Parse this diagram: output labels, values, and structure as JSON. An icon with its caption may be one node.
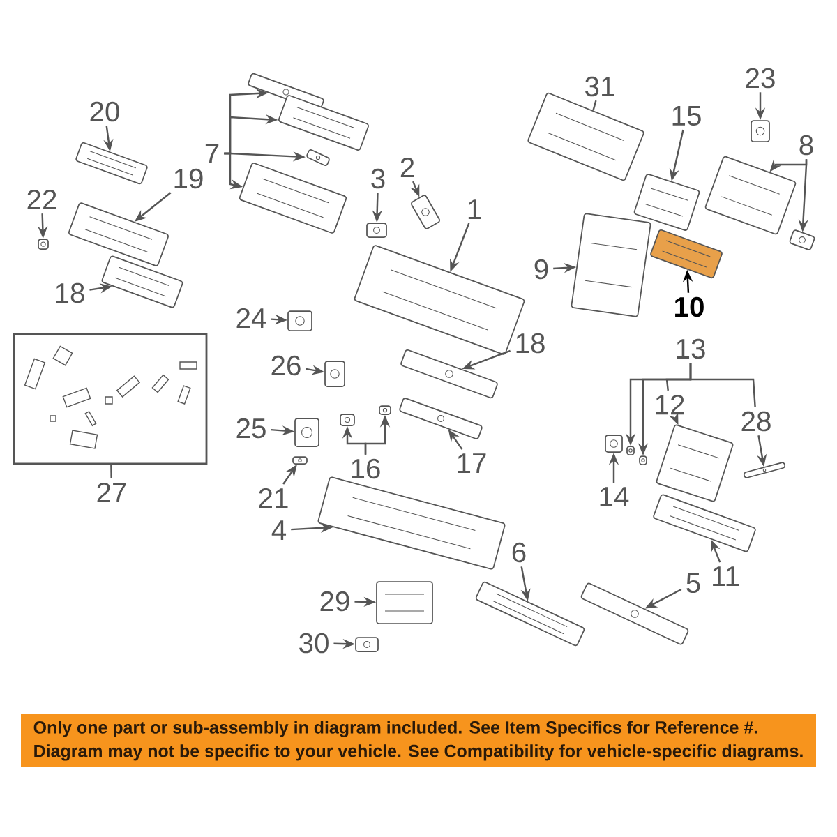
{
  "diagram": {
    "nodes": [
      {
        "text": [
          "20"
        ]
      },
      {
        "text": [],
        "shape": "picture"
      },
      {
        "text": [
          "7"
        ]
      },
      {
        "text": [],
        "shape": "picture"
      },
      {
        "text": [],
        "shape": "picture"
      },
      {
        "text": [],
        "shape": "picture"
      },
      {
        "text": [],
        "shape": "picture"
      },
      {
        "text": [
          "23"
        ]
      },
      {
        "text": [],
        "shape": "picture"
      },
      {
        "text": [
          "31"
        ]
      },
      {
        "text": [],
        "shape": "picture"
      },
      {
        "text": [
          "15"
        ]
      },
      {
        "text": [],
        "shape": "picture"
      },
      {
        "text": [
          "2"
        ]
      },
      {
        "text": [],
        "shape": "picture"
      },
      {
        "text": [
          "19"
        ]
      },
      {
        "text": [],
        "shape": "picture"
      },
      {
        "text": [
          "8"
        ]
      },
      {
        "text": [],
        "shape": "picture"
      },
      {
        "text": [],
        "shape": "picture"
      },
      {
        "text": [
          "3"
        ]
      },
      {
        "text": [],
        "shape": "picture"
      },
      {
        "text": [
          "22"
        ]
      },
      {
        "text": [],
        "shape": "picture"
      },
      {
        "text": [
          "1"
        ]
      },
      {
        "text": [],
        "shape": "picture"
      },
      {
        "text": [
          "9"
        ]
      },
      {
        "text": [],
        "shape": "picture"
      },
      {
        "text": [
          "10"
        ]
      },
      {
        "text": [],
        "shape": "picture"
      },
      {
        "text": [
          "18"
        ]
      },
      {
        "text": [],
        "shape": "picture"
      },
      {
        "text": [
          "24"
        ]
      },
      {
        "text": [],
        "shape": "picture"
      },
      {
        "text": [
          "13"
        ]
      },
      {
        "text": [
          "12"
        ]
      },
      {
        "text": [
          "28"
        ]
      },
      {
        "text": [],
        "shape": "picture"
      },
      {
        "text": [],
        "shape": "picture"
      },
      {
        "text": [],
        "shape": "picture"
      },
      {
        "text": [],
        "shape": "picture"
      },
      {
        "text": [
          "18"
        ]
      },
      {
        "text": [],
        "shape": "picture"
      },
      {
        "text": [
          "26"
        ]
      },
      {
        "text": [],
        "shape": "picture"
      },
      {
        "text": [
          "27"
        ]
      },
      {
        "text": [],
        "shape": "box"
      },
      {
        "text": [
          "25"
        ]
      },
      {
        "text": [],
        "shape": "picture"
      },
      {
        "text": [
          "16"
        ]
      },
      {
        "text": [],
        "shape": "picture"
      },
      {
        "text": [],
        "shape": "picture"
      },
      {
        "text": [
          "17"
        ]
      },
      {
        "text": [],
        "shape": "picture"
      },
      {
        "text": [
          "14"
        ]
      },
      {
        "text": [],
        "shape": "picture"
      },
      {
        "text": [
          "21"
        ]
      },
      {
        "text": [],
        "shape": "picture"
      },
      {
        "text": [
          "4"
        ]
      },
      {
        "text": [],
        "shape": "picture"
      },
      {
        "text": [
          "6"
        ]
      },
      {
        "text": [],
        "shape": "picture"
      },
      {
        "text": [
          "5"
        ]
      },
      {
        "text": [],
        "shape": "picture"
      },
      {
        "text": [
          "11"
        ]
      },
      {
        "text": [],
        "shape": "picture"
      },
      {
        "text": [
          "29"
        ]
      },
      {
        "text": [],
        "shape": "picture"
      },
      {
        "text": [
          "30"
        ]
      },
      {
        "text": [],
        "shape": "picture"
      },
      {
        "text": [
          "Only one part or sub-assembly in diagram included. See Item Specifics for Reference #.",
          "Diagram may not be specific to your vehicle. See Compatibility for vehicle-specific diagrams."
        ]
      }
    ],
    "edges": [
      {
        "from": 0,
        "to": 1,
        "arrow": "to"
      },
      {
        "from": 2,
        "to": 3,
        "arrow": "to"
      },
      {
        "from": 2,
        "to": 4,
        "arrow": "to"
      },
      {
        "from": 2,
        "to": 5,
        "arrow": "to"
      },
      {
        "from": 2,
        "to": 6,
        "arrow": "to"
      },
      {
        "from": 7,
        "to": 8,
        "arrow": "to"
      },
      {
        "from": 9,
        "to": 10,
        "arrow": "none"
      },
      {
        "from": 11,
        "to": 12,
        "arrow": "to"
      },
      {
        "from": 13,
        "to": 14,
        "arrow": "to"
      },
      {
        "from": 15,
        "to": 16,
        "arrow": "to"
      },
      {
        "from": 17,
        "to": 18,
        "arrow": "to"
      },
      {
        "from": 17,
        "to": 19,
        "arrow": "to"
      },
      {
        "from": 20,
        "to": 21,
        "arrow": "to"
      },
      {
        "from": 22,
        "to": 23,
        "arrow": "to"
      },
      {
        "from": 24,
        "to": 25,
        "arrow": "to"
      },
      {
        "from": 26,
        "to": 27,
        "arrow": "to"
      },
      {
        "from": 28,
        "to": 29,
        "arrow": "to",
        "color": "#000000"
      },
      {
        "from": 30,
        "to": 31,
        "arrow": "to"
      },
      {
        "from": 32,
        "to": 33,
        "arrow": "to"
      },
      {
        "from": 34,
        "to": 37,
        "arrow": "to"
      },
      {
        "from": 34,
        "to": 38,
        "arrow": "to"
      },
      {
        "from": 34,
        "to": 35,
        "arrow": "none"
      },
      {
        "from": 34,
        "to": 36,
        "arrow": "none"
      },
      {
        "from": 35,
        "to": 39,
        "arrow": "to"
      },
      {
        "from": 36,
        "to": 40,
        "arrow": "to"
      },
      {
        "from": 41,
        "to": 42,
        "arrow": "to"
      },
      {
        "from": 43,
        "to": 44,
        "arrow": "to"
      },
      {
        "from": 45,
        "to": 46,
        "arrow": "none"
      },
      {
        "from": 47,
        "to": 48,
        "arrow": "to"
      },
      {
        "from": 49,
        "to": 50,
        "arrow": "to"
      },
      {
        "from": 49,
        "to": 51,
        "arrow": "to"
      },
      {
        "from": 52,
        "to": 53,
        "arrow": "to"
      },
      {
        "from": 54,
        "to": 55,
        "arrow": "to"
      },
      {
        "from": 56,
        "to": 57,
        "arrow": "to"
      },
      {
        "from": 58,
        "to": 59,
        "arrow": "to"
      },
      {
        "from": 60,
        "to": 61,
        "arrow": "to"
      },
      {
        "from": 62,
        "to": 63,
        "arrow": "to"
      },
      {
        "from": 64,
        "to": 65,
        "arrow": "to"
      },
      {
        "from": 66,
        "to": 67,
        "arrow": "to"
      },
      {
        "from": 68,
        "to": 69,
        "arrow": "to"
      }
    ]
  }
}
